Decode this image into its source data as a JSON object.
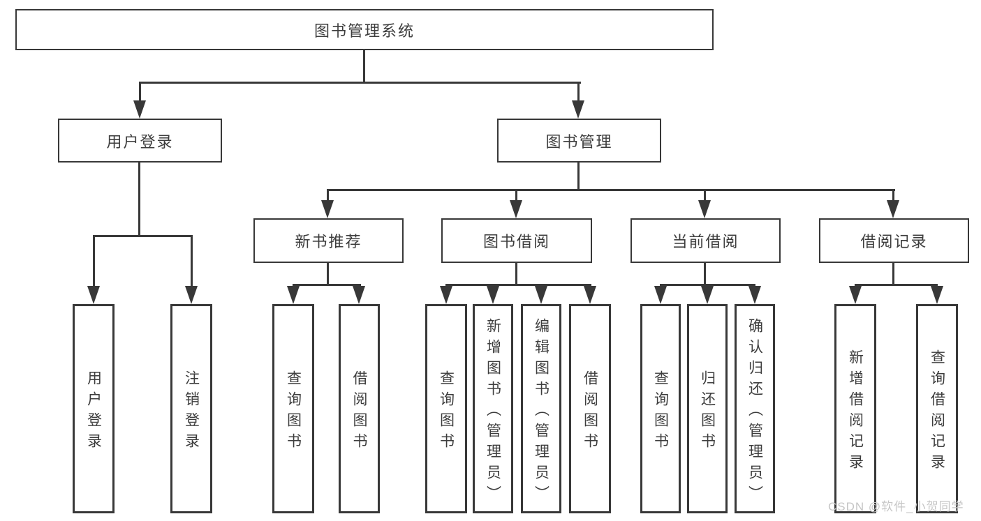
{
  "diagram_title": "图书管理系统",
  "nodes": {
    "root": {
      "label": "图书管理系统"
    },
    "user_login": {
      "label": "用户登录"
    },
    "book_mgmt": {
      "label": "图书管理"
    },
    "new_book": {
      "label": "新书推荐"
    },
    "borrowing": {
      "label": "图书借阅"
    },
    "current": {
      "label": "当前借阅"
    },
    "records": {
      "label": "借阅记录"
    },
    "leaf_login": {
      "label": "用户登录"
    },
    "leaf_logout": {
      "label": "注销登录"
    },
    "leaf_nb_query": {
      "label": "查询图书"
    },
    "leaf_nb_borrow": {
      "label": "借阅图书"
    },
    "leaf_bw_query": {
      "label": "查询图书"
    },
    "leaf_bw_add": {
      "label": "新增图书（管理员）"
    },
    "leaf_bw_edit": {
      "label": "编辑图书（管理员）"
    },
    "leaf_bw_borrow": {
      "label": "借阅图书"
    },
    "leaf_cu_query": {
      "label": "查询图书"
    },
    "leaf_cu_return": {
      "label": "归还图书"
    },
    "leaf_cu_confirm": {
      "label": "确认归还（管理员）"
    },
    "leaf_re_add": {
      "label": "新增借阅记录"
    },
    "leaf_re_query": {
      "label": "查询借阅记录"
    }
  },
  "watermark": {
    "text": "CSDN @软件_小贺同学"
  },
  "colors": {
    "line": "#383838",
    "text": "#3d3d3d",
    "watermark": "#c6c6c6",
    "background": "#ffffff"
  }
}
